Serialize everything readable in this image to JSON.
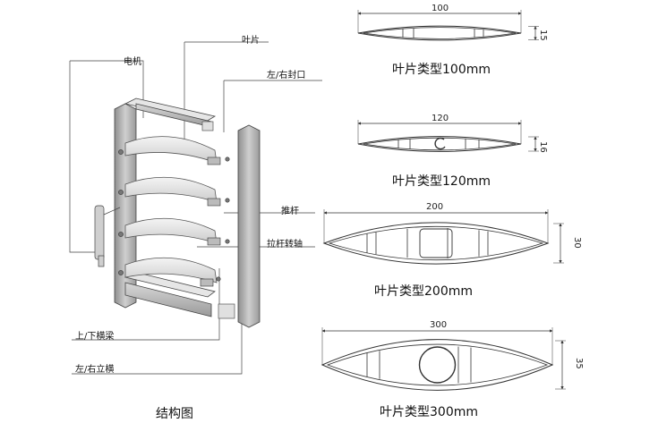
{
  "structure": {
    "labels": {
      "motor": "电机",
      "blade": "叶片",
      "end_cap": "左/右封口",
      "push_rod": "推杆",
      "rod_shaft": "拉杆转轴",
      "cross_beam": "上/下横梁",
      "upright": "左/右立横"
    },
    "caption": "结构图"
  },
  "profiles": [
    {
      "width": "100",
      "height": "15",
      "caption": "叶片类型100mm"
    },
    {
      "width": "120",
      "height": "16",
      "caption": "叶片类型120mm"
    },
    {
      "width": "200",
      "height": "30",
      "caption": "叶片类型200mm"
    },
    {
      "width": "300",
      "height": "35",
      "caption": "叶片类型300mm"
    }
  ],
  "colors": {
    "line": "#333333",
    "frame_dark": "#9a9a9a",
    "frame_light": "#e4e4e4"
  }
}
